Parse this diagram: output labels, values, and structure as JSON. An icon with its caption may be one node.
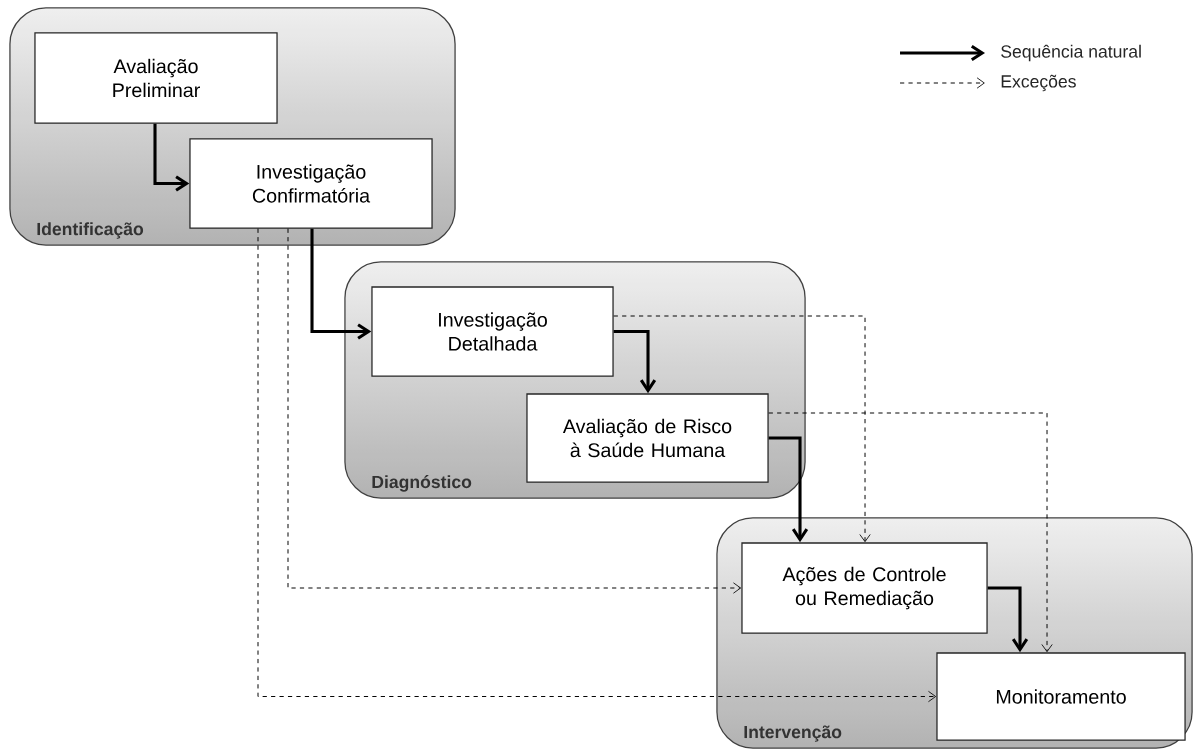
{
  "diagram": {
    "nodes": [
      {
        "text": [
          "Identificação"
        ]
      },
      {
        "text": [
          "Avaliação Preliminar"
        ],
        "in": 0
      },
      {
        "text": [
          "Investigação Confirmatória"
        ],
        "in": 0
      },
      {
        "text": [
          "Diagnóstico"
        ]
      },
      {
        "text": [
          "Investigação Detalhada"
        ],
        "in": 3
      },
      {
        "text": [
          "Avaliação de Risco à Saúde Humana"
        ],
        "in": 3
      },
      {
        "text": [
          "Intervenção"
        ]
      },
      {
        "text": [
          "Ações de Controle ou Remediação"
        ],
        "in": 6
      },
      {
        "text": [
          "Monitoramento"
        ],
        "in": 6
      }
    ],
    "edges": [
      {
        "from": 1,
        "to": 2,
        "arrow": "to"
      },
      {
        "from": 2,
        "to": 4,
        "arrow": "to"
      },
      {
        "from": 4,
        "to": 5,
        "arrow": "to"
      },
      {
        "from": 5,
        "to": 7,
        "arrow": "to"
      },
      {
        "from": 7,
        "to": 8,
        "arrow": "to"
      },
      {
        "from": 2,
        "to": 7,
        "arrow": "to",
        "style": "dashed"
      },
      {
        "from": 2,
        "to": 8,
        "arrow": "to",
        "style": "dashed"
      },
      {
        "from": 4,
        "to": 7,
        "arrow": "to",
        "style": "dashed"
      },
      {
        "from": 5,
        "to": 8,
        "arrow": "to",
        "style": "dashed"
      }
    ],
    "legend": [
      {
        "text": "Sequência natural"
      },
      {
        "text": "Exceções"
      }
    ]
  }
}
